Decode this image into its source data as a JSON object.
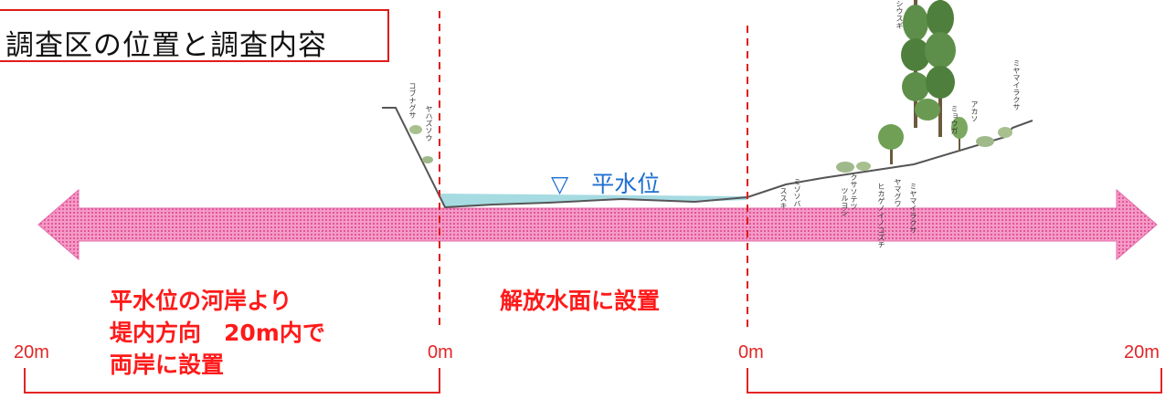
{
  "title": "調査区の位置と調査内容",
  "labels": {
    "bank_text": [
      "平水位の河岸より",
      "堤内方向　20m内で",
      "両岸に設置"
    ],
    "water_text": "解放水面に設置",
    "water_level": "▽　平水位"
  },
  "distances": {
    "left_far": "20m",
    "left_near": "0m",
    "right_near": "0m",
    "right_far": "20m"
  },
  "plant_labels": {
    "left_1": "コブナグサ",
    "left_2": "ヤハズソウ",
    "right_1": "ミゾソバ",
    "right_2": "ススキ",
    "right_3": "クサソテツ",
    "right_4": "ツルヨシ",
    "right_5": "ヒカゲノイノコズチ",
    "right_6": "ヤマグワ",
    "right_7": "ミヤマイラクサ",
    "tree_1": "シウスギ",
    "tree_2": "ミョウガ",
    "tree_3": "アカソ",
    "tree_4": "ミヤマイラクサ"
  },
  "colors": {
    "accent_red": "#ff1a1a",
    "arrow_pink": "#f47fb8",
    "water_blue": "#a6dbe2",
    "water_text_blue": "#1f6fd0"
  }
}
